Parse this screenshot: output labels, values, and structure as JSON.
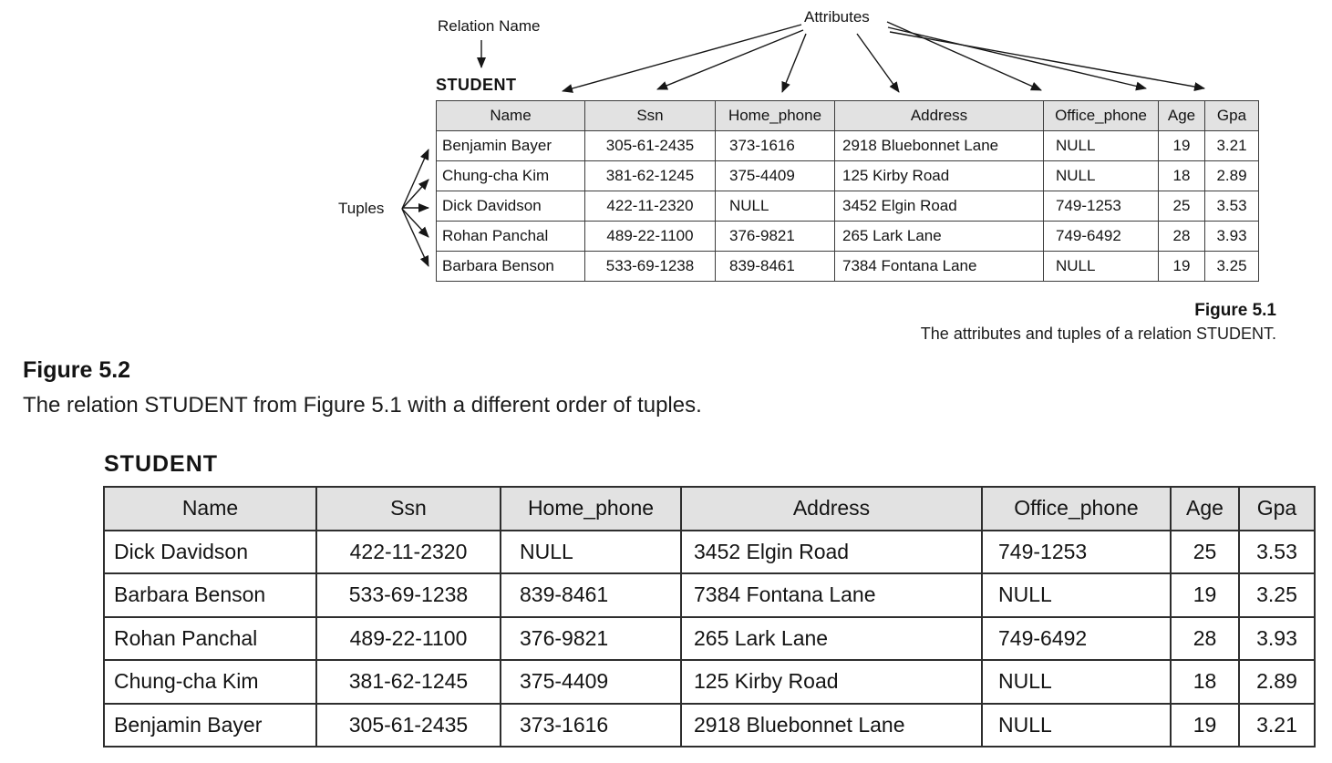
{
  "figure51": {
    "relation_name_label": "Relation Name",
    "attributes_label": "Attributes",
    "tuples_label": "Tuples",
    "relation_title": "STUDENT",
    "caption_title": "Figure 5.1",
    "caption_text": "The attributes and tuples of a relation STUDENT.",
    "table": {
      "headers": [
        "Name",
        "Ssn",
        "Home_phone",
        "Address",
        "Office_phone",
        "Age",
        "Gpa"
      ],
      "rows": [
        [
          "Benjamin Bayer",
          "305-61-2435",
          "373-1616",
          "2918 Bluebonnet Lane",
          "NULL",
          "19",
          "3.21"
        ],
        [
          "Chung-cha Kim",
          "381-62-1245",
          "375-4409",
          "125 Kirby Road",
          "NULL",
          "18",
          "2.89"
        ],
        [
          "Dick Davidson",
          "422-11-2320",
          "NULL",
          "3452 Elgin Road",
          "749-1253",
          "25",
          "3.53"
        ],
        [
          "Rohan Panchal",
          "489-22-1100",
          "376-9821",
          "265 Lark Lane",
          "749-6492",
          "28",
          "3.93"
        ],
        [
          "Barbara Benson",
          "533-69-1238",
          "839-8461",
          "7384 Fontana Lane",
          "NULL",
          "19",
          "3.25"
        ]
      ]
    }
  },
  "figure52": {
    "heading": "Figure 5.2",
    "caption": "The relation STUDENT from Figure 5.1 with a different order of tuples.",
    "relation_title": "STUDENT",
    "table": {
      "headers": [
        "Name",
        "Ssn",
        "Home_phone",
        "Address",
        "Office_phone",
        "Age",
        "Gpa"
      ],
      "rows": [
        [
          "Dick Davidson",
          "422-11-2320",
          "NULL",
          "3452 Elgin Road",
          "749-1253",
          "25",
          "3.53"
        ],
        [
          "Barbara Benson",
          "533-69-1238",
          "839-8461",
          "7384 Fontana Lane",
          "NULL",
          "19",
          "3.25"
        ],
        [
          "Rohan Panchal",
          "489-22-1100",
          "376-9821",
          "265 Lark Lane",
          "749-6492",
          "28",
          "3.93"
        ],
        [
          "Chung-cha Kim",
          "381-62-1245",
          "375-4409",
          "125 Kirby Road",
          "NULL",
          "18",
          "2.89"
        ],
        [
          "Benjamin Bayer",
          "305-61-2435",
          "373-1616",
          "2918 Bluebonnet Lane",
          "NULL",
          "19",
          "3.21"
        ]
      ]
    }
  },
  "colors": {
    "header_bg": "#e2e2e2",
    "table_border": "#2e2e2e",
    "text": "#141414",
    "page_bg": "#ffffff"
  }
}
